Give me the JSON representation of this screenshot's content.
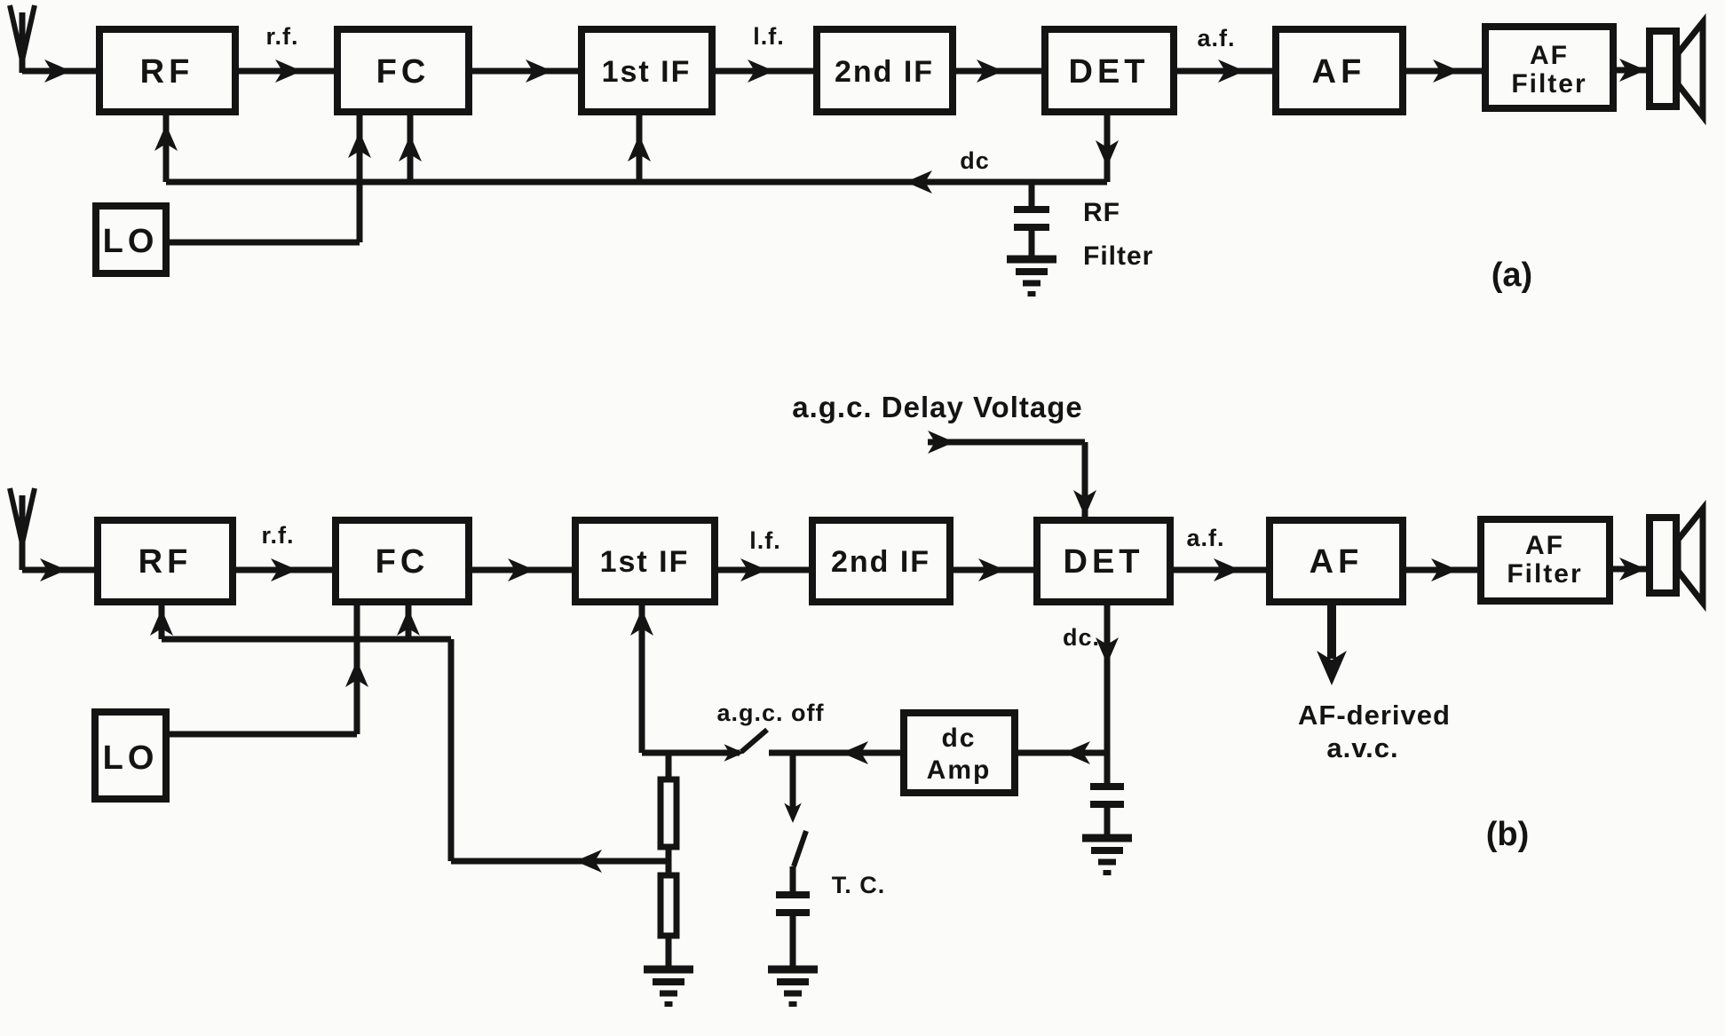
{
  "figure": {
    "ink_color": "#141414",
    "background_color": "#fbfbfa"
  },
  "a": {
    "caption": "(a)",
    "blocks": {
      "rf": "RF",
      "fc": "FC",
      "if1": "1st IF",
      "if2": "2nd IF",
      "det": "DET",
      "af": "AF",
      "af_filter_1": "AF",
      "af_filter_2": "Filter",
      "lo": "LO"
    },
    "labels": {
      "rf_out": "r.f.",
      "if_out": "l.f.",
      "af_out": "a.f.",
      "dc": "dc",
      "rf_filter_1": "RF",
      "rf_filter_2": "Filter"
    }
  },
  "b": {
    "caption": "(b)",
    "blocks": {
      "rf": "RF",
      "fc": "FC",
      "if1": "1st IF",
      "if2": "2nd IF",
      "det": "DET",
      "af": "AF",
      "af_filter_1": "AF",
      "af_filter_2": "Filter",
      "lo": "LO",
      "dc_amp_1": "dc",
      "dc_amp_2": "Amp"
    },
    "labels": {
      "rf_out": "r.f.",
      "if_out": "l.f.",
      "af_out": "a.f.",
      "dc": "dc.",
      "agc_delay": "a.g.c. Delay Voltage",
      "agc_off": "a.g.c. off",
      "tc": "T. C.",
      "af_derived_1": "AF-derived",
      "af_derived_2": "a.v.c."
    }
  }
}
